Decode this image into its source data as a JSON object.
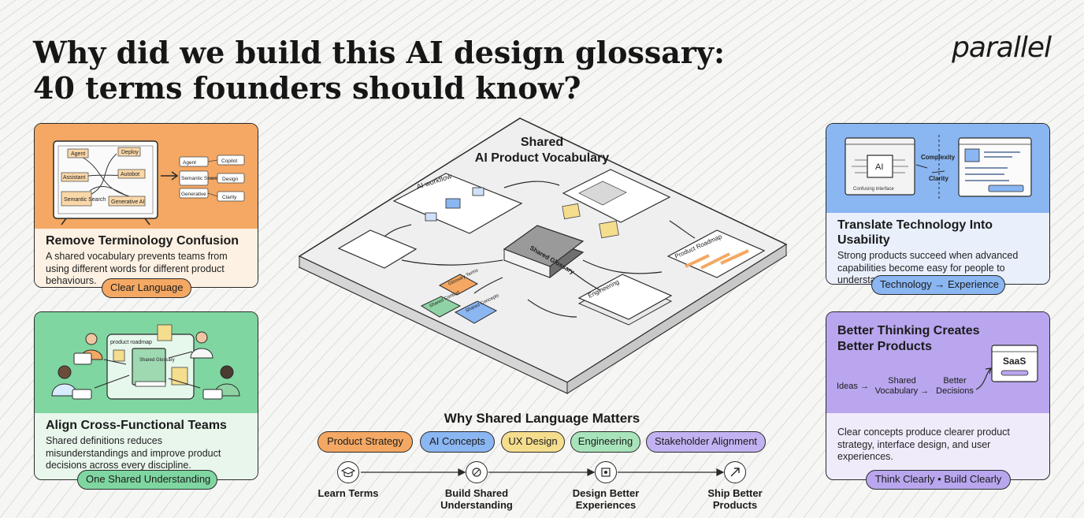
{
  "header": {
    "title_line1": "Why did we build this AI design glossary:",
    "title_line2": "40 terms founders should know?",
    "logo": "parallel"
  },
  "cards": {
    "terminology": {
      "title": "Remove Terminology Confusion",
      "text": "A shared vocabulary prevents teams from using different words for different product behaviours.",
      "pill": "Clear Language",
      "color": "#f4a863",
      "board_terms": [
        "Agent",
        "Deploy",
        "Assistant",
        "Autobot",
        "Semantic Search",
        "Generative AI"
      ],
      "list_terms": [
        "Agent",
        "Semantic Search",
        "Generative"
      ],
      "right_terms": [
        "Copilot",
        "Design",
        "Clarity"
      ]
    },
    "teams": {
      "title": "Align Cross-Functional Teams",
      "text": "Shared definitions reduces misunderstandings and improve product decisions across every discipline.",
      "pill": "One Shared Understanding",
      "color": "#7fd6a0",
      "board_label": "product roadmap",
      "book_label": "Shared Glossary"
    },
    "technology": {
      "title": "Translate Technology Into Usability",
      "text": "Strong products succeed when advanced capabilities become easy for people to understand and use.",
      "pill": "Technology → Experience",
      "color": "#8ab6f2",
      "chip_label": "AI",
      "chip_caption": "Confusing interface",
      "label_complexity": "Complexity",
      "label_clarity": "Clarity"
    },
    "thinking": {
      "title_line1": "Better Thinking Creates",
      "title_line2": "Better Products",
      "text": "Clear concepts produce clearer product strategy, interface design, and user experiences.",
      "pill": "Think Clearly • Build Clearly",
      "color": "#b9a6ee",
      "flow_ideas": "Ideas →",
      "flow_shared": "Shared Vocabulary →",
      "flow_better": "Better Decisions",
      "saas_label": "SaaS"
    }
  },
  "center": {
    "title_line1": "Shared",
    "title_line2": "AI Product Vocabulary",
    "book_label": "Shared Glossary",
    "nodes": {
      "ai_workflow": "AI workflow",
      "roadmap": "Product Roadmap",
      "engineering": "Engineering"
    },
    "sticky_notes": [
      "Glossary Terms",
      "Shared Context",
      "Shared Concepts"
    ]
  },
  "why": {
    "title": "Why Shared Language Matters",
    "tags": [
      {
        "label": "Product Strategy",
        "color": "#f4a863"
      },
      {
        "label": "AI Concepts",
        "color": "#8ab6f2"
      },
      {
        "label": "UX Design",
        "color": "#f5dd8e"
      },
      {
        "label": "Engineering",
        "color": "#a8e4bb"
      },
      {
        "label": "Stakeholder Alignment",
        "color": "#c3b2f2"
      }
    ],
    "steps": [
      {
        "line1": "Learn Terms",
        "line2": "",
        "icon": "graduation-cap-icon"
      },
      {
        "line1": "Build Shared",
        "line2": "Understanding",
        "icon": "link-icon"
      },
      {
        "line1": "Design Better",
        "line2": "Experiences",
        "icon": "design-icon"
      },
      {
        "line1": "Ship Better",
        "line2": "Products",
        "icon": "arrow-up-right-icon"
      }
    ]
  }
}
